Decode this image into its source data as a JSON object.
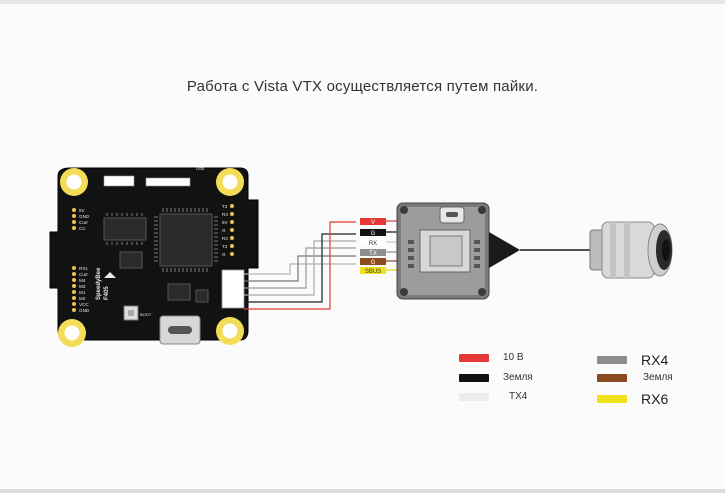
{
  "caption": "Работа с Vista VTX осуществляется путем пайки.",
  "fc_board": {
    "model": "F405",
    "brand": "SpeedyBee",
    "left_pads": [
      "5V",
      "GND",
      "Curr",
      "CC"
    ],
    "left_pads_lower": [
      "RX1",
      "Curr",
      "M4",
      "M3",
      "M1",
      "M2",
      "VCC",
      "GND"
    ],
    "right_pads": [
      "T3",
      "R3",
      "5V",
      "G",
      "R2",
      "T2",
      "G"
    ],
    "mid_text": "USB",
    "boot_label": "BOOT"
  },
  "vtx_pins": [
    {
      "label": "V",
      "color": "#e53935"
    },
    {
      "label": "G",
      "color": "#111111"
    },
    {
      "label": "RX",
      "color": "#ffffff"
    },
    {
      "label": "TX",
      "color": "#8e8e8e"
    },
    {
      "label": "G",
      "color": "#8b4a1f"
    },
    {
      "label": "SBUS",
      "color": "#f2e21b"
    }
  ],
  "legend": [
    {
      "label": "10 В",
      "color": "#e53935"
    },
    {
      "label": "Земля",
      "color": "#111111"
    },
    {
      "label": "TX4",
      "color": "#ebebeb"
    },
    {
      "label": "RX4",
      "color": "#8e8e8e"
    },
    {
      "label": "Земля",
      "color": "#8b4a1f"
    },
    {
      "label": "RX6",
      "color": "#f2e21b"
    }
  ]
}
